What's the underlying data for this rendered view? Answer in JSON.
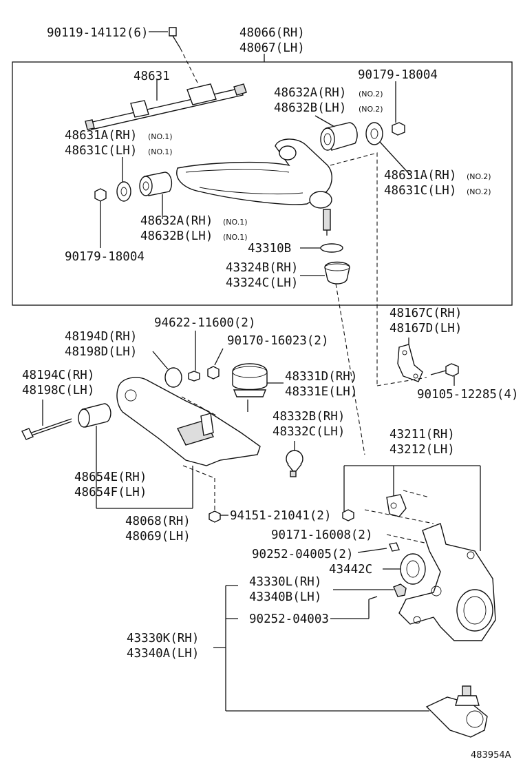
{
  "parts": {
    "p90119": "90119-14112(6)",
    "p48066": "48066(RH)",
    "p48067": "48067(LH)",
    "p48631": "48631",
    "p90179_top": "90179-18004",
    "p48632A_2": "48632A(RH)",
    "p48632A_2_no": "(NO.2)",
    "p48632B_2": "48632B(LH)",
    "p48632B_2_no": "(NO.2)",
    "p48631A_1": "48631A(RH)",
    "p48631A_1_no": "(NO.1)",
    "p48631C_1": "48631C(LH)",
    "p48631C_1_no": "(NO.1)",
    "p48631A_2": "48631A(RH)",
    "p48631A_2_no": "(NO.2)",
    "p48631C_2": "48631C(LH)",
    "p48631C_2_no": "(NO.2)",
    "p48632A_1": "48632A(RH)",
    "p48632A_1_no": "(NO.1)",
    "p48632B_1": "48632B(LH)",
    "p48632B_1_no": "(NO.1)",
    "p90179_left": "90179-18004",
    "p43310B": "43310B",
    "p43324B": "43324B(RH)",
    "p43324C": "43324C(LH)",
    "p94622": "94622-11600(2)",
    "p48194D": "48194D(RH)",
    "p48198D": "48198D(LH)",
    "p90170": "90170-16023(2)",
    "p48167C": "48167C(RH)",
    "p48167D": "48167D(LH)",
    "p48194C": "48194C(RH)",
    "p48198C": "48198C(LH)",
    "p48331D": "48331D(RH)",
    "p48331E": "48331E(LH)",
    "p90105": "90105-12285(4)",
    "p48332B": "48332B(RH)",
    "p48332C": "48332C(LH)",
    "p43211": "43211(RH)",
    "p43212": "43212(LH)",
    "p48654E": "48654E(RH)",
    "p48654F": "48654F(LH)",
    "p48068": "48068(RH)",
    "p48069": "48069(LH)",
    "p94151": "94151-21041(2)",
    "p90171": "90171-16008(2)",
    "p90252_a": "90252-04005(2)",
    "p43442C": "43442C",
    "p43330L": "43330L(RH)",
    "p43340B": "43340B(LH)",
    "p90252_b": "90252-04003",
    "p43330K": "43330K(RH)",
    "p43340A": "43340A(LH)"
  },
  "figure_ref": "483954A"
}
